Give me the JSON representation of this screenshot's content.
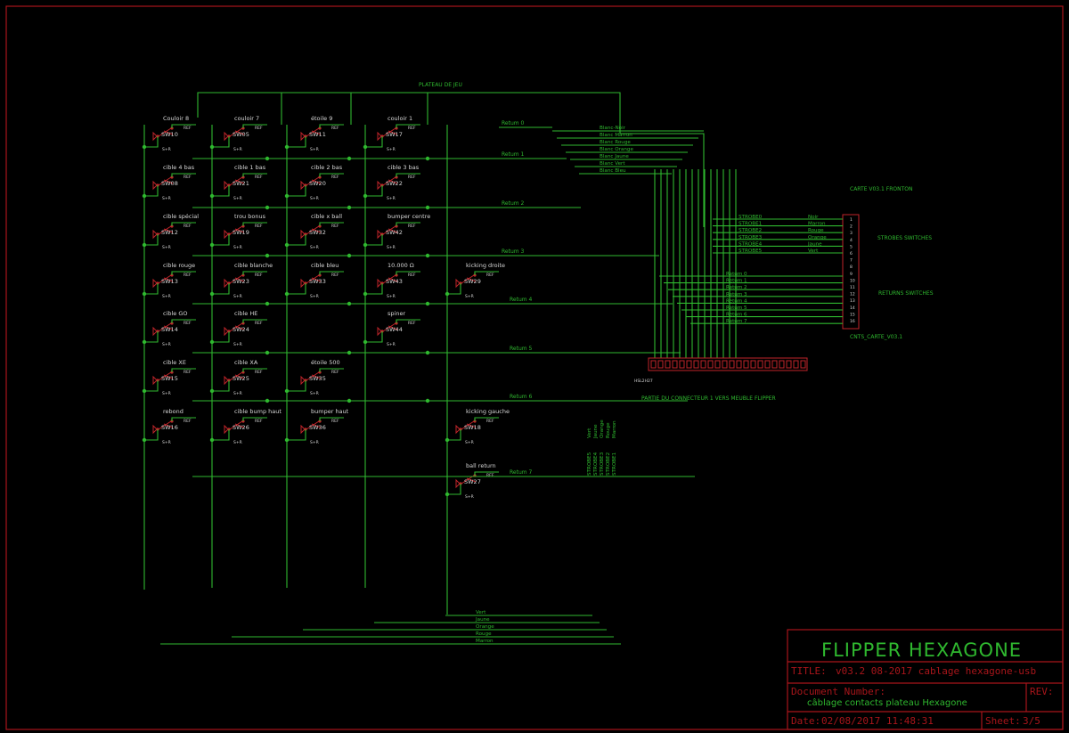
{
  "sheet_title": "PLATEAU DE JEU",
  "switches": [
    {
      "ref": "SW10",
      "name": "Couloir 8",
      "col": 0,
      "row": 0
    },
    {
      "ref": "SW05",
      "name": "couloir 7",
      "col": 1,
      "row": 0
    },
    {
      "ref": "SW11",
      "name": "étoile 9",
      "col": 2,
      "row": 0
    },
    {
      "ref": "SW17",
      "name": "couloir 1",
      "col": 3,
      "row": 0
    },
    {
      "ref": "SW08",
      "name": "cible 4 bas",
      "col": 0,
      "row": 1
    },
    {
      "ref": "SW21",
      "name": "cible 1 bas",
      "col": 1,
      "row": 1
    },
    {
      "ref": "SW20",
      "name": "cible 2 bas",
      "col": 2,
      "row": 1
    },
    {
      "ref": "SW22",
      "name": "cible 3 bas",
      "col": 3,
      "row": 1
    },
    {
      "ref": "SW12",
      "name": "cible spécial",
      "col": 0,
      "row": 2
    },
    {
      "ref": "SW19",
      "name": "trou bonus",
      "col": 1,
      "row": 2
    },
    {
      "ref": "SW32",
      "name": "cible x ball",
      "col": 2,
      "row": 2
    },
    {
      "ref": "SW42",
      "name": "bumper centre",
      "col": 3,
      "row": 2
    },
    {
      "ref": "SW13",
      "name": "cible rouge",
      "col": 0,
      "row": 3
    },
    {
      "ref": "SW23",
      "name": "cible blanche",
      "col": 1,
      "row": 3
    },
    {
      "ref": "SW33",
      "name": "cible bleu",
      "col": 2,
      "row": 3
    },
    {
      "ref": "SW43",
      "name": "10.000 Ω",
      "col": 3,
      "row": 3
    },
    {
      "ref": "SW29",
      "name": "kicking droite",
      "col": 4,
      "row": 3
    },
    {
      "ref": "SW14",
      "name": "cible GO",
      "col": 0,
      "row": 4
    },
    {
      "ref": "SW24",
      "name": "cible HE",
      "col": 1,
      "row": 4
    },
    {
      "ref": "SW44",
      "name": "spiner",
      "col": 3,
      "row": 4
    },
    {
      "ref": "SW15",
      "name": "cible XE",
      "col": 0,
      "row": 5
    },
    {
      "ref": "SW25",
      "name": "cible XA",
      "col": 1,
      "row": 5
    },
    {
      "ref": "SW35",
      "name": "étoile 500",
      "col": 2,
      "row": 5
    },
    {
      "ref": "SW16",
      "name": "rebond",
      "col": 0,
      "row": 6
    },
    {
      "ref": "SW26",
      "name": "cible bump haut",
      "col": 1,
      "row": 6
    },
    {
      "ref": "SW36",
      "name": "bumper haut",
      "col": 2,
      "row": 6
    },
    {
      "ref": "SW18",
      "name": "kicking gauche",
      "col": 4,
      "row": 6
    },
    {
      "ref": "SW27",
      "name": "ball return",
      "col": 4,
      "row": 7
    }
  ],
  "switch_part_label": "REF",
  "switch_pin_label": "S+R",
  "returns": [
    "Retum 0",
    "Retum 1",
    "Retum 2",
    "Retum 3",
    "Retum 4",
    "Retum 5",
    "Retum 6",
    "Retum 7"
  ],
  "wire_colors": [
    "Blanc-Noir",
    "Blanc Marron",
    "Blanc Rouge",
    "Blanc Orange",
    "Blanc Jaune",
    "Blanc Vert",
    "Blanc Bleu"
  ],
  "bottom_bus": [
    "Vert",
    "Jaune",
    "Orange",
    "Rouge",
    "Marron"
  ],
  "vertical_bus": [
    "Vert",
    "Jaune",
    "Orange",
    "Rouge",
    "Marron"
  ],
  "vertical_strobes": [
    "STROBE5",
    "STROBE4",
    "STROBE3",
    "STROBE2",
    "STROBE1"
  ],
  "connector_card": {
    "title": "CARTE V03.1   FRONTON",
    "strobes_title": "STROBES SWITCHES",
    "returns_title": "RETURNS SWITCHES",
    "part_name": "CNTS_CARTE_V03.1",
    "strobes": [
      "STROBE0",
      "STROBE1",
      "STROBE2",
      "STROBE3",
      "STROBE4",
      "STROBE5"
    ],
    "strobe_colors": [
      "Noir",
      "Marron",
      "Rouge",
      "Orange",
      "Jaune",
      "Vert"
    ],
    "returns": [
      "Retum 0",
      "Retum 1",
      "Retum 2",
      "Retum 3",
      "Retum 4",
      "Retum 5",
      "Retum 6",
      "Retum 7"
    ],
    "pins": [
      "1",
      "2",
      "3",
      "4",
      "5",
      "6",
      "7",
      "8",
      "9",
      "10",
      "11",
      "12",
      "13",
      "14",
      "15",
      "16"
    ]
  },
  "connector_bottom": {
    "name": "HSL2H27",
    "caption": "PARTIE DU CONNECTEUR 1 VERS MEUBLE FLIPPER",
    "pin_count": 22
  },
  "title_block": {
    "project": "FLIPPER HEXAGONE",
    "title_label": "TITLE:",
    "title_value": "v03.2 08-2017 cablage hexagone-usb",
    "docnum_label": "Document Number:",
    "docnum_value": "câblage contacts plateau Hexagone",
    "rev_label": "REV:",
    "date_label": "Date:",
    "date_value": "02/08/2017 11:48:31",
    "sheet_label": "Sheet:",
    "sheet_value": "3/5"
  }
}
